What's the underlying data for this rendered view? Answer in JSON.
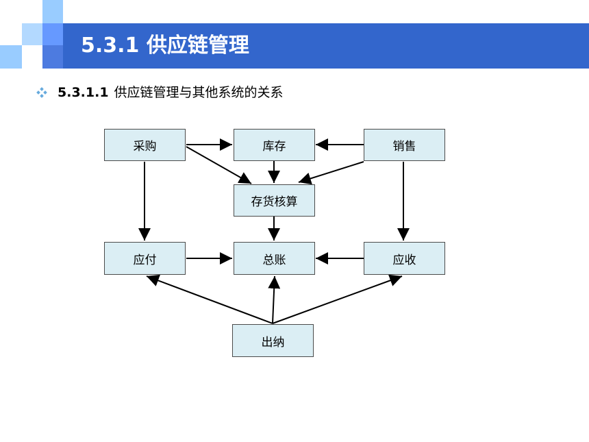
{
  "slide": {
    "title": "5.3.1 供应链管理",
    "heading_number": "5.3.1.1",
    "heading_text": "供应链管理与其他系统的关系",
    "accent_color": "#3366cc",
    "deco_colors": [
      "#99ccff",
      "#6699ff",
      "#4d7be0"
    ]
  },
  "diagram": {
    "nodes": {
      "purchase": "采购",
      "inventory": "库存",
      "sales": "销售",
      "inventory_accounting": "存货核算",
      "payable": "应付",
      "ledger": "总账",
      "receivable": "应收",
      "cashier": "出纳"
    },
    "edges": [
      [
        "purchase",
        "inventory"
      ],
      [
        "sales",
        "inventory"
      ],
      [
        "purchase",
        "inventory_accounting"
      ],
      [
        "inventory",
        "inventory_accounting"
      ],
      [
        "sales",
        "inventory_accounting"
      ],
      [
        "purchase",
        "payable"
      ],
      [
        "sales",
        "receivable"
      ],
      [
        "inventory_accounting",
        "ledger"
      ],
      [
        "payable",
        "ledger"
      ],
      [
        "receivable",
        "ledger"
      ],
      [
        "cashier",
        "payable"
      ],
      [
        "cashier",
        "ledger"
      ],
      [
        "cashier",
        "receivable"
      ]
    ]
  }
}
